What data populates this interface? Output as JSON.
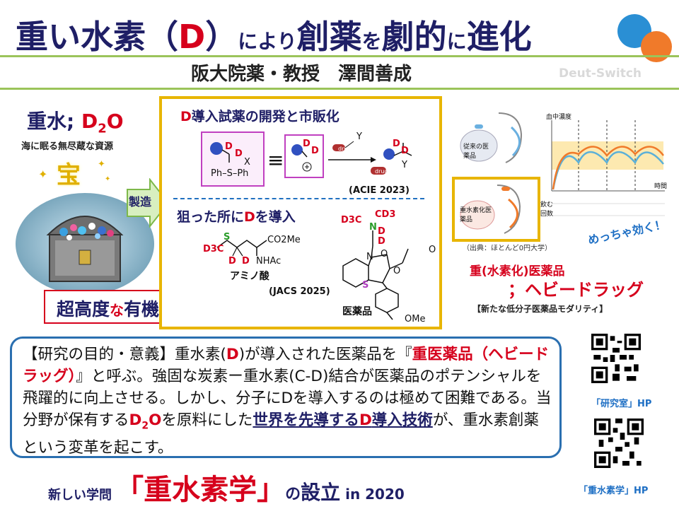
{
  "header": {
    "title_part1": "重い水素（",
    "title_d": "D",
    "title_part2": "）",
    "title_niyori": "により",
    "title_souyaku": "創薬",
    "title_wo": "を",
    "title_gekiteki": "劇的",
    "title_ni": "に",
    "title_shinka": "進化",
    "subtitle": "阪大院薬・教授　澤間善成",
    "watermark": "Deut-Switch",
    "circle_colors": [
      "#2a8fd4",
      "#f07a2a"
    ]
  },
  "left": {
    "heavy_water_label": "重水; ",
    "d2o_d": "D",
    "d2o_2": "2",
    "d2o_o": "O",
    "sea_text": "海に眠る無尽蔵な資源",
    "treasure": "宝",
    "arrow_label": "製造",
    "advanced_part1": "超高度",
    "advanced_na": "な",
    "advanced_part2": "有機合成力"
  },
  "center": {
    "reagent_title_d": "D",
    "reagent_title_rest": "導入試薬の開発と市販化",
    "acie": "(ACIE 2023)",
    "target_title_1": "狙った所に",
    "target_title_d": "D",
    "target_title_2": "を導入",
    "amino_label": "アミノ酸",
    "jacs": "(JACS 2025)",
    "drug_label": "医薬品",
    "chem": {
      "d": "D",
      "ph_s_ph": "Ph–S–Ph",
      "x_minus": "X",
      "y_minus": "Y",
      "drug": "drug",
      "d3c_s": "D3C",
      "s": "S",
      "co2me": "CO2Me",
      "nhac": "NHAc",
      "d3c_n": "D3C",
      "n": "N",
      "cd3": "CD3",
      "o": "O",
      "ome": "OMe"
    }
  },
  "right": {
    "plot_ylabel": "血中濃度",
    "plot_xlabel": "時間",
    "dose_label": "飲む回数",
    "conventional_drug": "従来の医薬品",
    "heavy_drug_box": "重水素化医薬品",
    "mecha": "めっちゃ効く！",
    "source": "（出典：ほとんど0円大学）",
    "heavy_drug_title": "重(水素化)医薬品",
    "heavy_drug_name": "；ヘビードラッグ",
    "modality": "【新たな低分子医薬品モダリティ】",
    "qr1_label": "「研究室」HP",
    "qr2_label": "「重水素学」HP"
  },
  "paragraph": {
    "p1": "【研究の目的・意義】重水素(",
    "p1_d": "D",
    "p2": ")が導入された医薬品を『",
    "p2_red": "重医薬品（ヘビードラッグ）",
    "p3": "』と呼ぶ。強固な炭素ー重水素(C-D)結合が医薬品のポテンシャルを飛躍的に向上させる。しかし、分子にDを導入するのは極めて困難である。当分野が保有する",
    "p3_d2o_d": "D",
    "p3_d2o_2": "2",
    "p3_d2o_o": "O",
    "p4": "を原料にした",
    "p4_navy": "世界を先導する",
    "p4_d": "D",
    "p4_navy2": "導入技術",
    "p5": "が、重水素創薬という変革を起こす。"
  },
  "footer": {
    "new_field": "新しい学問",
    "heavy_science": "「重水素学」",
    "no": "の",
    "establish": "設立",
    "year": " in 2020"
  }
}
